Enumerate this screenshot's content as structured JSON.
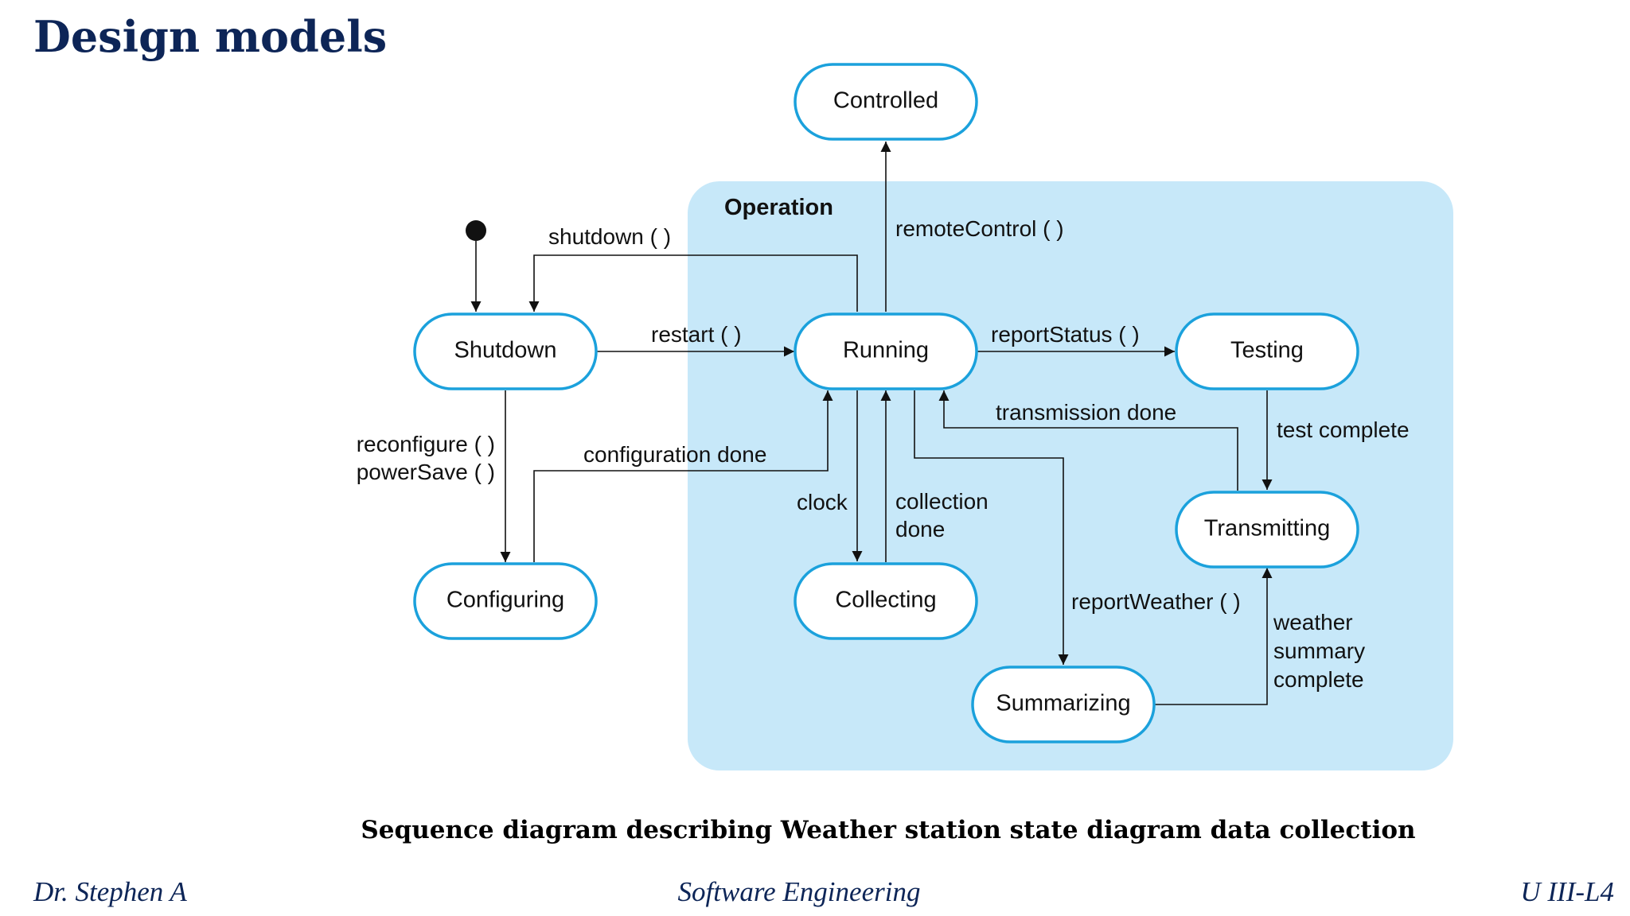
{
  "slide": {
    "title": "Design models",
    "caption": "Sequence diagram describing Weather station state diagram data collection"
  },
  "footer": {
    "author": "Dr. Stephen A",
    "course": "Software Engineering",
    "unit": "U III-L4"
  },
  "diagram": {
    "superstate": "Operation",
    "states": {
      "controlled": "Controlled",
      "shutdown": "Shutdown",
      "running": "Running",
      "testing": "Testing",
      "transmitting": "Transmitting",
      "configuring": "Configuring",
      "collecting": "Collecting",
      "summarizing": "Summarizing"
    },
    "transitions": {
      "shutdown": "shutdown ( )",
      "remote_control": "remoteControl ( )",
      "restart": "restart ( )",
      "report_status": "reportStatus ( )",
      "transmission_done": "transmission done",
      "test_complete": "test complete",
      "reconfigure": "reconfigure ( )",
      "power_save": "powerSave ( )",
      "configuration_done": "configuration done",
      "clock": "clock",
      "collection_done_1": "collection",
      "collection_done_2": "done",
      "report_weather": "reportWeather ( )",
      "weather_summary_1": "weather",
      "weather_summary_2": "summary",
      "weather_summary_3": "complete"
    },
    "colors": {
      "superstate_fill": "#c7e8f9",
      "state_border": "#1ba1dc",
      "title": "#0d2557"
    }
  }
}
